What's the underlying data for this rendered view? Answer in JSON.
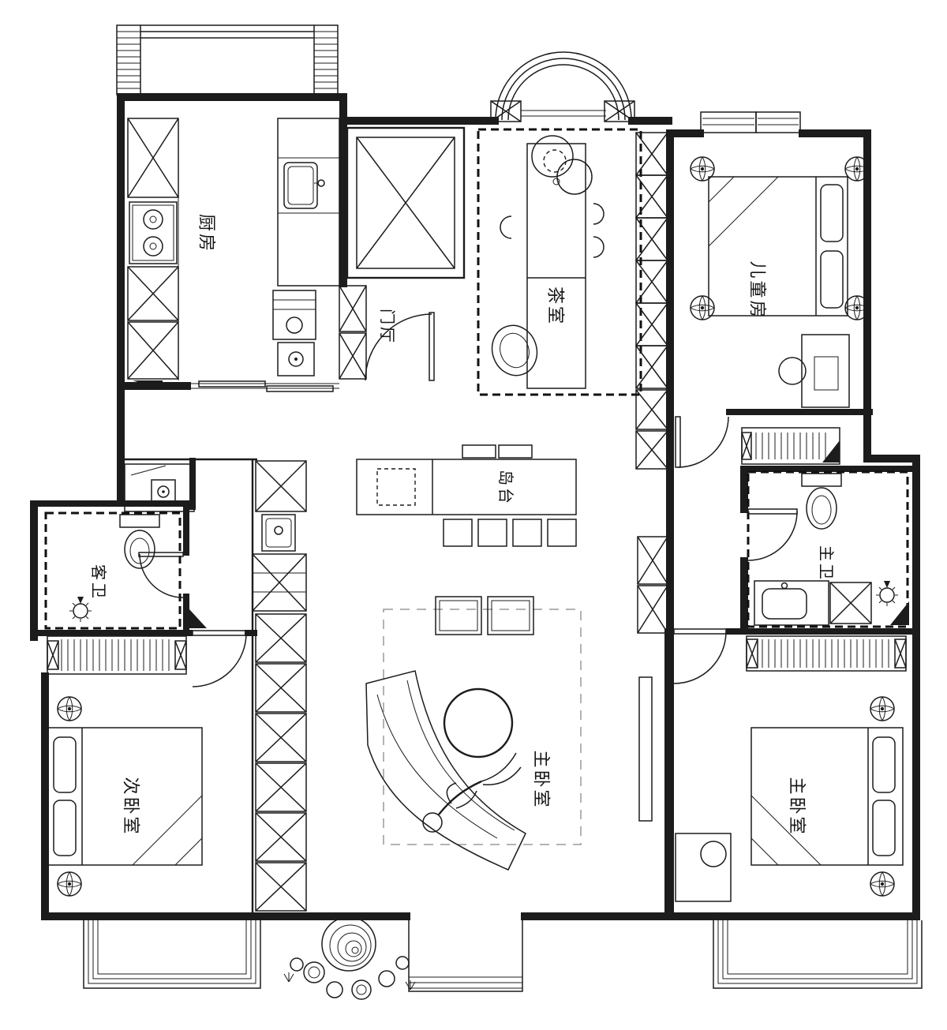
{
  "drawing": {
    "type": "apartment-floor-plan",
    "line_color": "#1c1c1c",
    "background": "#ffffff"
  },
  "rooms": {
    "kitchen": {
      "label": "厨房"
    },
    "foyer": {
      "label": "门厅"
    },
    "tea_room": {
      "label": "茶室"
    },
    "kids_room": {
      "label": "儿童房"
    },
    "island": {
      "label": "岛台"
    },
    "guest_bath": {
      "label": "客卫"
    },
    "master_bath": {
      "label": "主卫"
    },
    "second_bedroom": {
      "label": "次卧室"
    },
    "center_master": {
      "label": "主卧室"
    },
    "right_master": {
      "label": "主卧室"
    }
  }
}
